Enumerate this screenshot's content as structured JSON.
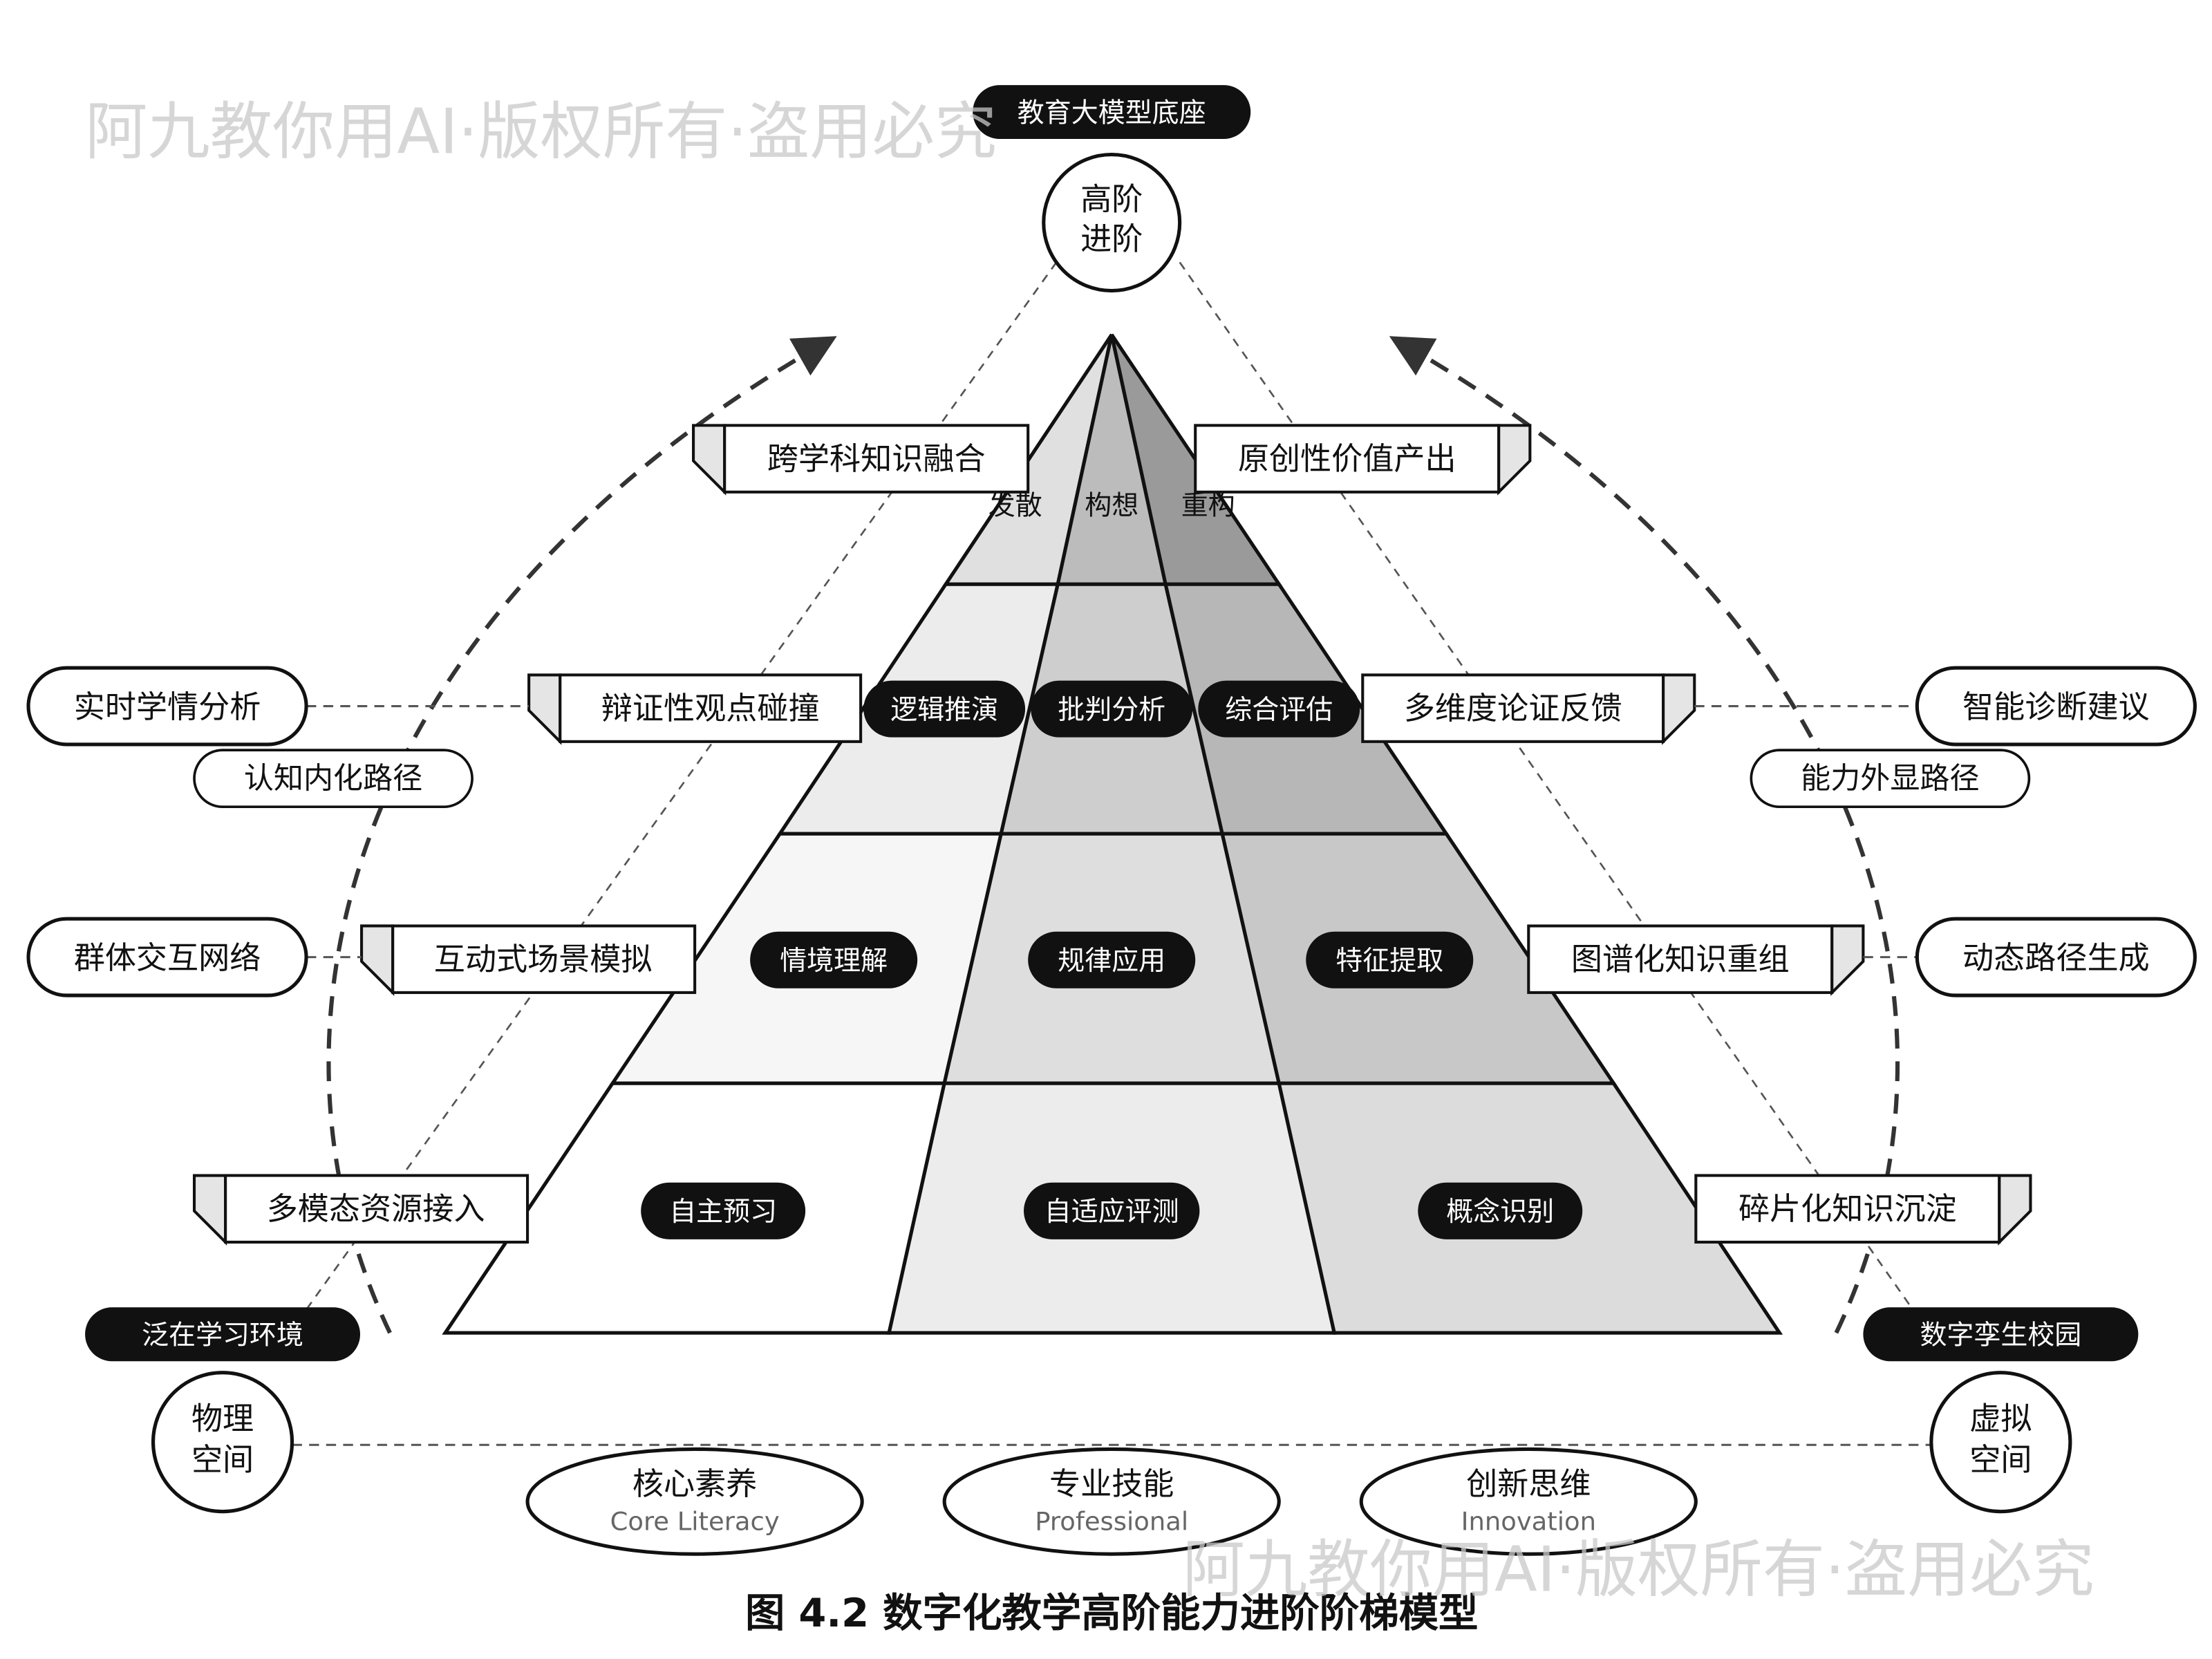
{
  "top_badge": "教育大模型底座",
  "apex_circle": [
    "高阶",
    "进阶"
  ],
  "apex_labels": [
    "发散",
    "构想",
    "重构"
  ],
  "row2_pills": [
    "逻辑推演",
    "批判分析",
    "综合评估"
  ],
  "row3_pills": [
    "情境理解",
    "规律应用",
    "特征提取"
  ],
  "row4_pills": [
    "自主预习",
    "自适应评测",
    "概念识别"
  ],
  "left_tags": [
    "跨学科知识融合",
    "辩证性观点碰撞",
    "互动式场景模拟",
    "多模态资源接入"
  ],
  "right_tags": [
    "原创性价值产出",
    "多维度论证反馈",
    "图谱化知识重组",
    "碎片化知识沉淀"
  ],
  "left_outer": [
    "实时学情分析",
    "群体交互网络"
  ],
  "right_outer": [
    "智能诊断建议",
    "动态路径生成"
  ],
  "left_path_label": "认知内化路径",
  "right_path_label": "能力外显路径",
  "left_env_badge": "泛在学习环境",
  "right_env_badge": "数字孪生校园",
  "left_space": [
    "物理",
    "空间"
  ],
  "right_space": [
    "虚拟",
    "空间"
  ],
  "ellipses": [
    {
      "zh": "核心素养",
      "en": "Core Literacy"
    },
    {
      "zh": "专业技能",
      "en": "Professional"
    },
    {
      "zh": "创新思维",
      "en": "Innovation"
    }
  ],
  "watermark": "阿九教你用AI·版权所有·盗用必究",
  "caption": "图 4.2 数字化教学高阶能力进阶阶梯模型"
}
